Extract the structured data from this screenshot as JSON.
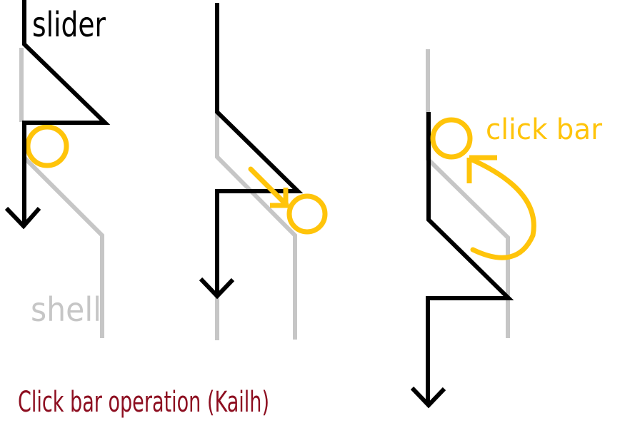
{
  "figure": {
    "caption": "Click bar operation (Kailh)",
    "labels": {
      "slider": "slider",
      "shell": "shell",
      "click_bar": "click bar"
    }
  },
  "colors": {
    "slider": "#000000",
    "shell": "#c6c6c6",
    "accent": "#ffc40a",
    "caption": "#8d0e20"
  }
}
